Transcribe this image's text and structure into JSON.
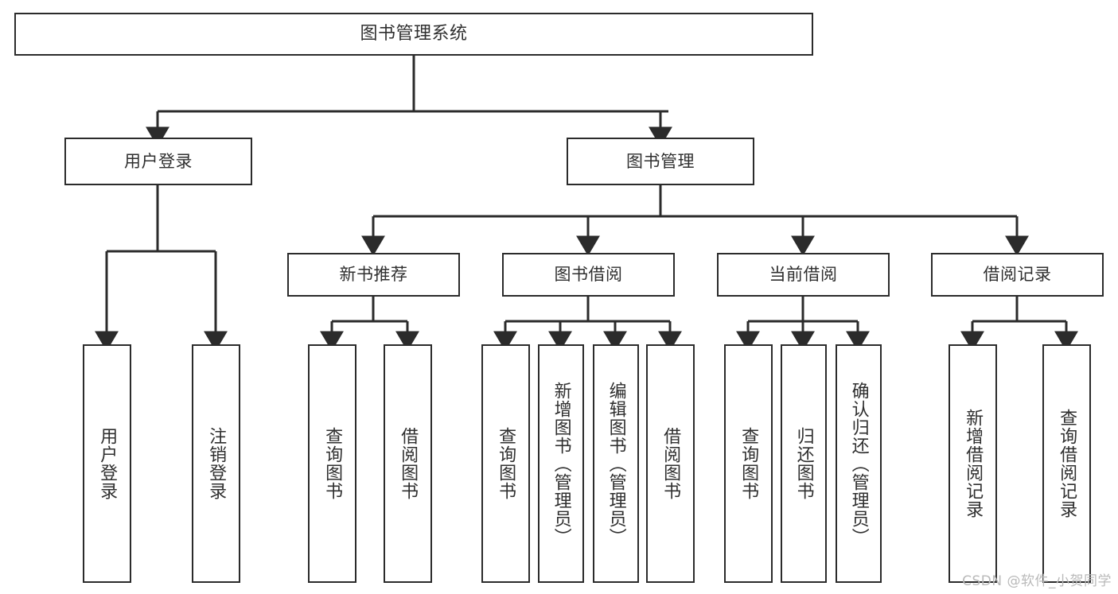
{
  "diagram": {
    "title": "图书管理系统",
    "type": "tree-hierarchy",
    "stroke_color": "#2b2b2b",
    "text_color": "#2f2f2f",
    "background_color": "#ffffff"
  },
  "root": {
    "label": "图书管理系统"
  },
  "level1": [
    {
      "label": "用户登录"
    },
    {
      "label": "图书管理"
    }
  ],
  "level2": [
    {
      "label": "新书推荐"
    },
    {
      "label": "图书借阅"
    },
    {
      "label": "当前借阅"
    },
    {
      "label": "借阅记录"
    }
  ],
  "leaves": {
    "user_login": [
      {
        "label": "用户登录"
      },
      {
        "label": "注销登录"
      }
    ],
    "new_book_recommend": [
      {
        "label": "查询图书"
      },
      {
        "label": "借阅图书"
      }
    ],
    "book_borrow": [
      {
        "label": "查询图书"
      },
      {
        "label": "新增图书（管理员）"
      },
      {
        "label": "编辑图书（管理员）"
      },
      {
        "label": "借阅图书"
      }
    ],
    "current_borrow": [
      {
        "label": "查询图书"
      },
      {
        "label": "归还图书"
      },
      {
        "label": "确认归还（管理员）"
      }
    ],
    "borrow_record": [
      {
        "label": "新增借阅记录"
      },
      {
        "label": "查询借阅记录"
      }
    ]
  },
  "watermark": {
    "text": "CSDN @软件_小贺同学"
  }
}
